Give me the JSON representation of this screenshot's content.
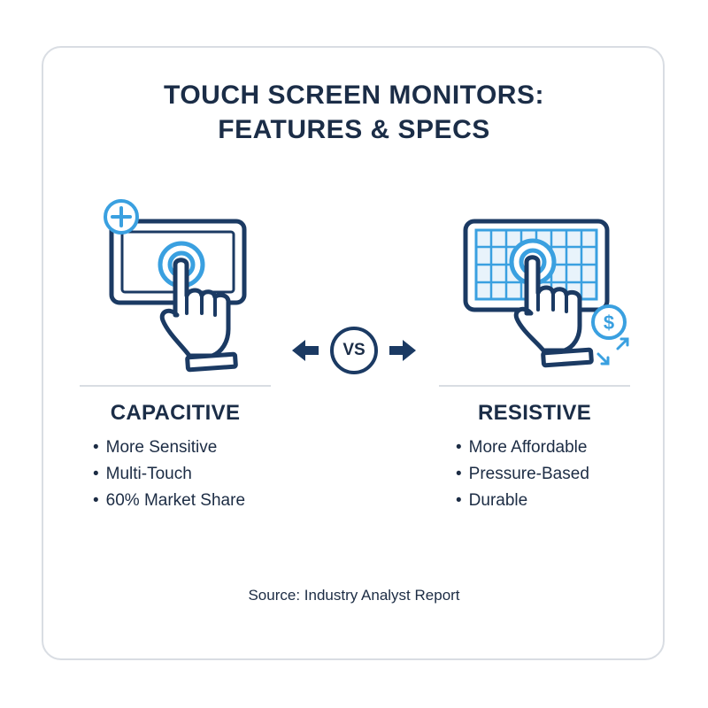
{
  "title": {
    "line1": "TOUCH SCREEN MONITORS:",
    "line2": "FEATURES & SPECS"
  },
  "colors": {
    "navy": "#1b3a63",
    "accent": "#3aa0e0",
    "text": "#1b2d47",
    "border": "#d9dde3"
  },
  "center": {
    "vs_label": "VS",
    "icons": [
      "arrow-left-icon",
      "arrow-right-icon"
    ]
  },
  "left": {
    "heading": "CAPACITIVE",
    "icon": "capacitive-touch-screen-icon",
    "bullets": [
      "More Sensitive",
      "Multi-Touch",
      "60% Market Share"
    ]
  },
  "right": {
    "heading": "RESISTIVE",
    "icon": "resistive-touch-screen-icon",
    "bullets": [
      "More Affordable",
      "Pressure-Based",
      "Durable"
    ]
  },
  "source": "Source: Industry Analyst Report"
}
